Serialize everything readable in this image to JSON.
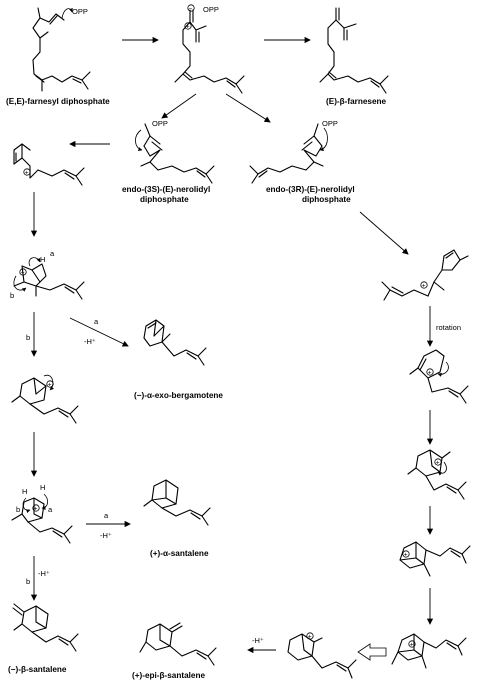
{
  "compounds": {
    "farnesyl_dpp": "(E,E)-farnesyl diphosphate",
    "farnesene": "(E)-β-farnesene",
    "nerolidyl_3s_line1": "endo-(3S)-(E)-nerolidyl",
    "nerolidyl_3s_line2": "diphosphate",
    "nerolidyl_3r_line1": "endo-(3R)-(E)-nerolidyl",
    "nerolidyl_3r_line2": "diphosphate",
    "bergamotene": "(−)-α-exo-bergamotene",
    "alpha_santalene": "(+)-α-santalene",
    "beta_santalene": "(−)-β-santalene",
    "epi_beta_santalene": "(+)-epi-β-santalene"
  },
  "labels": {
    "opp": "OPP",
    "rotation": "rotation",
    "a": "a",
    "b": "b",
    "h": "H",
    "minus_h": "-H⁺",
    "plus": "+",
    "minus": "−"
  }
}
